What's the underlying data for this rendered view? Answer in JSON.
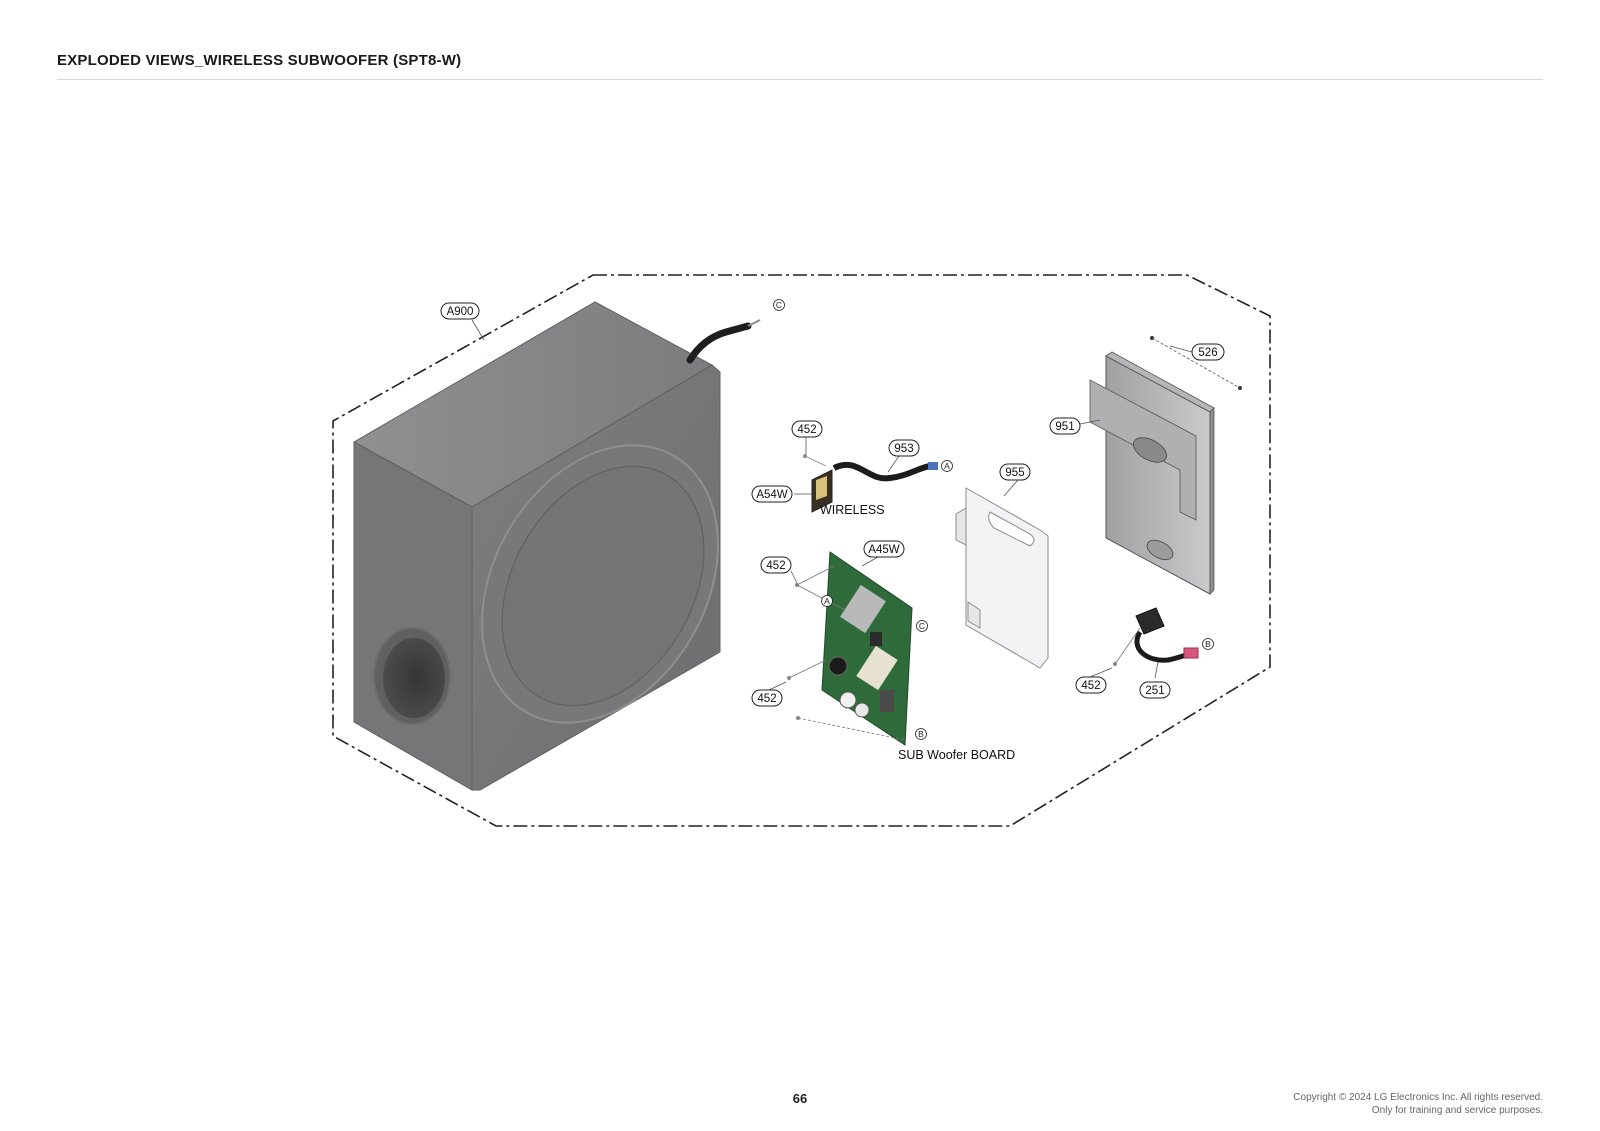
{
  "header": {
    "title": "EXPLODED VIEWS_WIRELESS SUBWOOFER (SPT8-W)"
  },
  "diagram": {
    "part_labels": {
      "subwoofer_cabinet": "A900",
      "wireless_module": "A54W",
      "sub_woofer_board": "A45W",
      "screw_wireless": "452",
      "screw_board_top": "452",
      "screw_board_bottom": "452",
      "screw_inlet": "452",
      "wireless_cable": "953",
      "bracket": "955",
      "rear_cover": "951",
      "rear_cover_screw": "526",
      "power_inlet": "251"
    },
    "connector_marks": {
      "a": "A",
      "b": "B",
      "c": "C"
    },
    "captions": {
      "wireless": "WIRELESS",
      "board": "SUB Woofer BOARD"
    }
  },
  "footer": {
    "page_number": "66",
    "copyright_line1": "Copyright © 2024 LG Electronics Inc. All rights reserved.",
    "copyright_line2": "Only for training and service purposes."
  }
}
